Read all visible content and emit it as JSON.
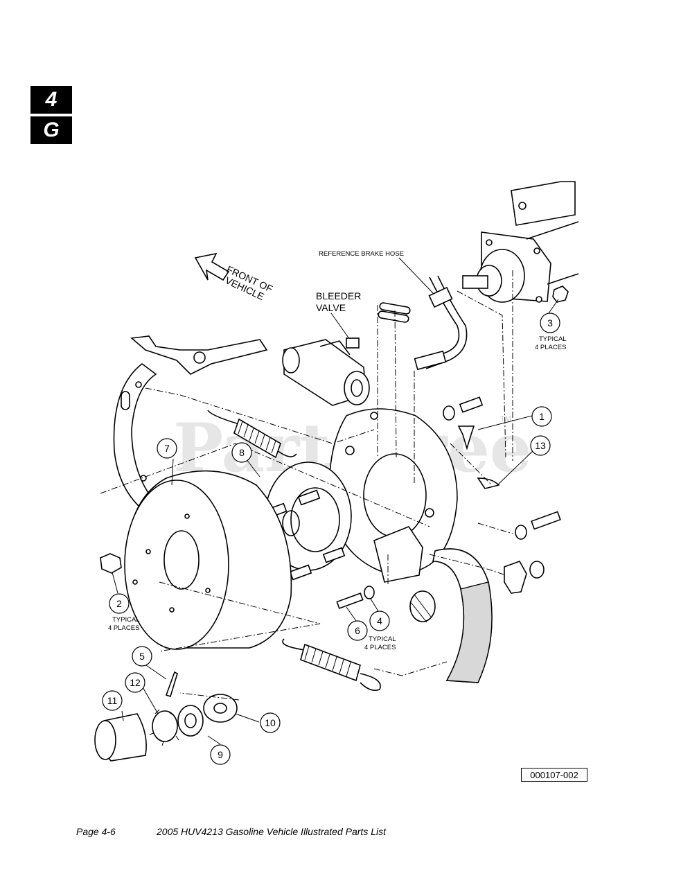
{
  "tabs": {
    "section": "4",
    "letter": "G"
  },
  "labels": {
    "front_of_vehicle_line1": "FRONT OF",
    "front_of_vehicle_line2": "VEHICLE",
    "bleeder_line1": "BLEEDER",
    "bleeder_line2": "VALVE",
    "reference_brake_hose": "REFERENCE BRAKE HOSE",
    "typical": "TYPICAL",
    "four_places": "4 PLACES",
    "watermark": "PartsTree",
    "trademark": "TM"
  },
  "callouts": {
    "c1": "1",
    "c2": "2",
    "c3": "3",
    "c4": "4",
    "c5": "5",
    "c6": "6",
    "c7": "7",
    "c8": "8",
    "c9": "9",
    "c10": "10",
    "c11": "11",
    "c12": "12",
    "c13": "13"
  },
  "figure_id": "000107-002",
  "footer": {
    "page": "Page 4-6",
    "title": "2005 HUV4213 Gasoline Vehicle Illustrated Parts List"
  }
}
